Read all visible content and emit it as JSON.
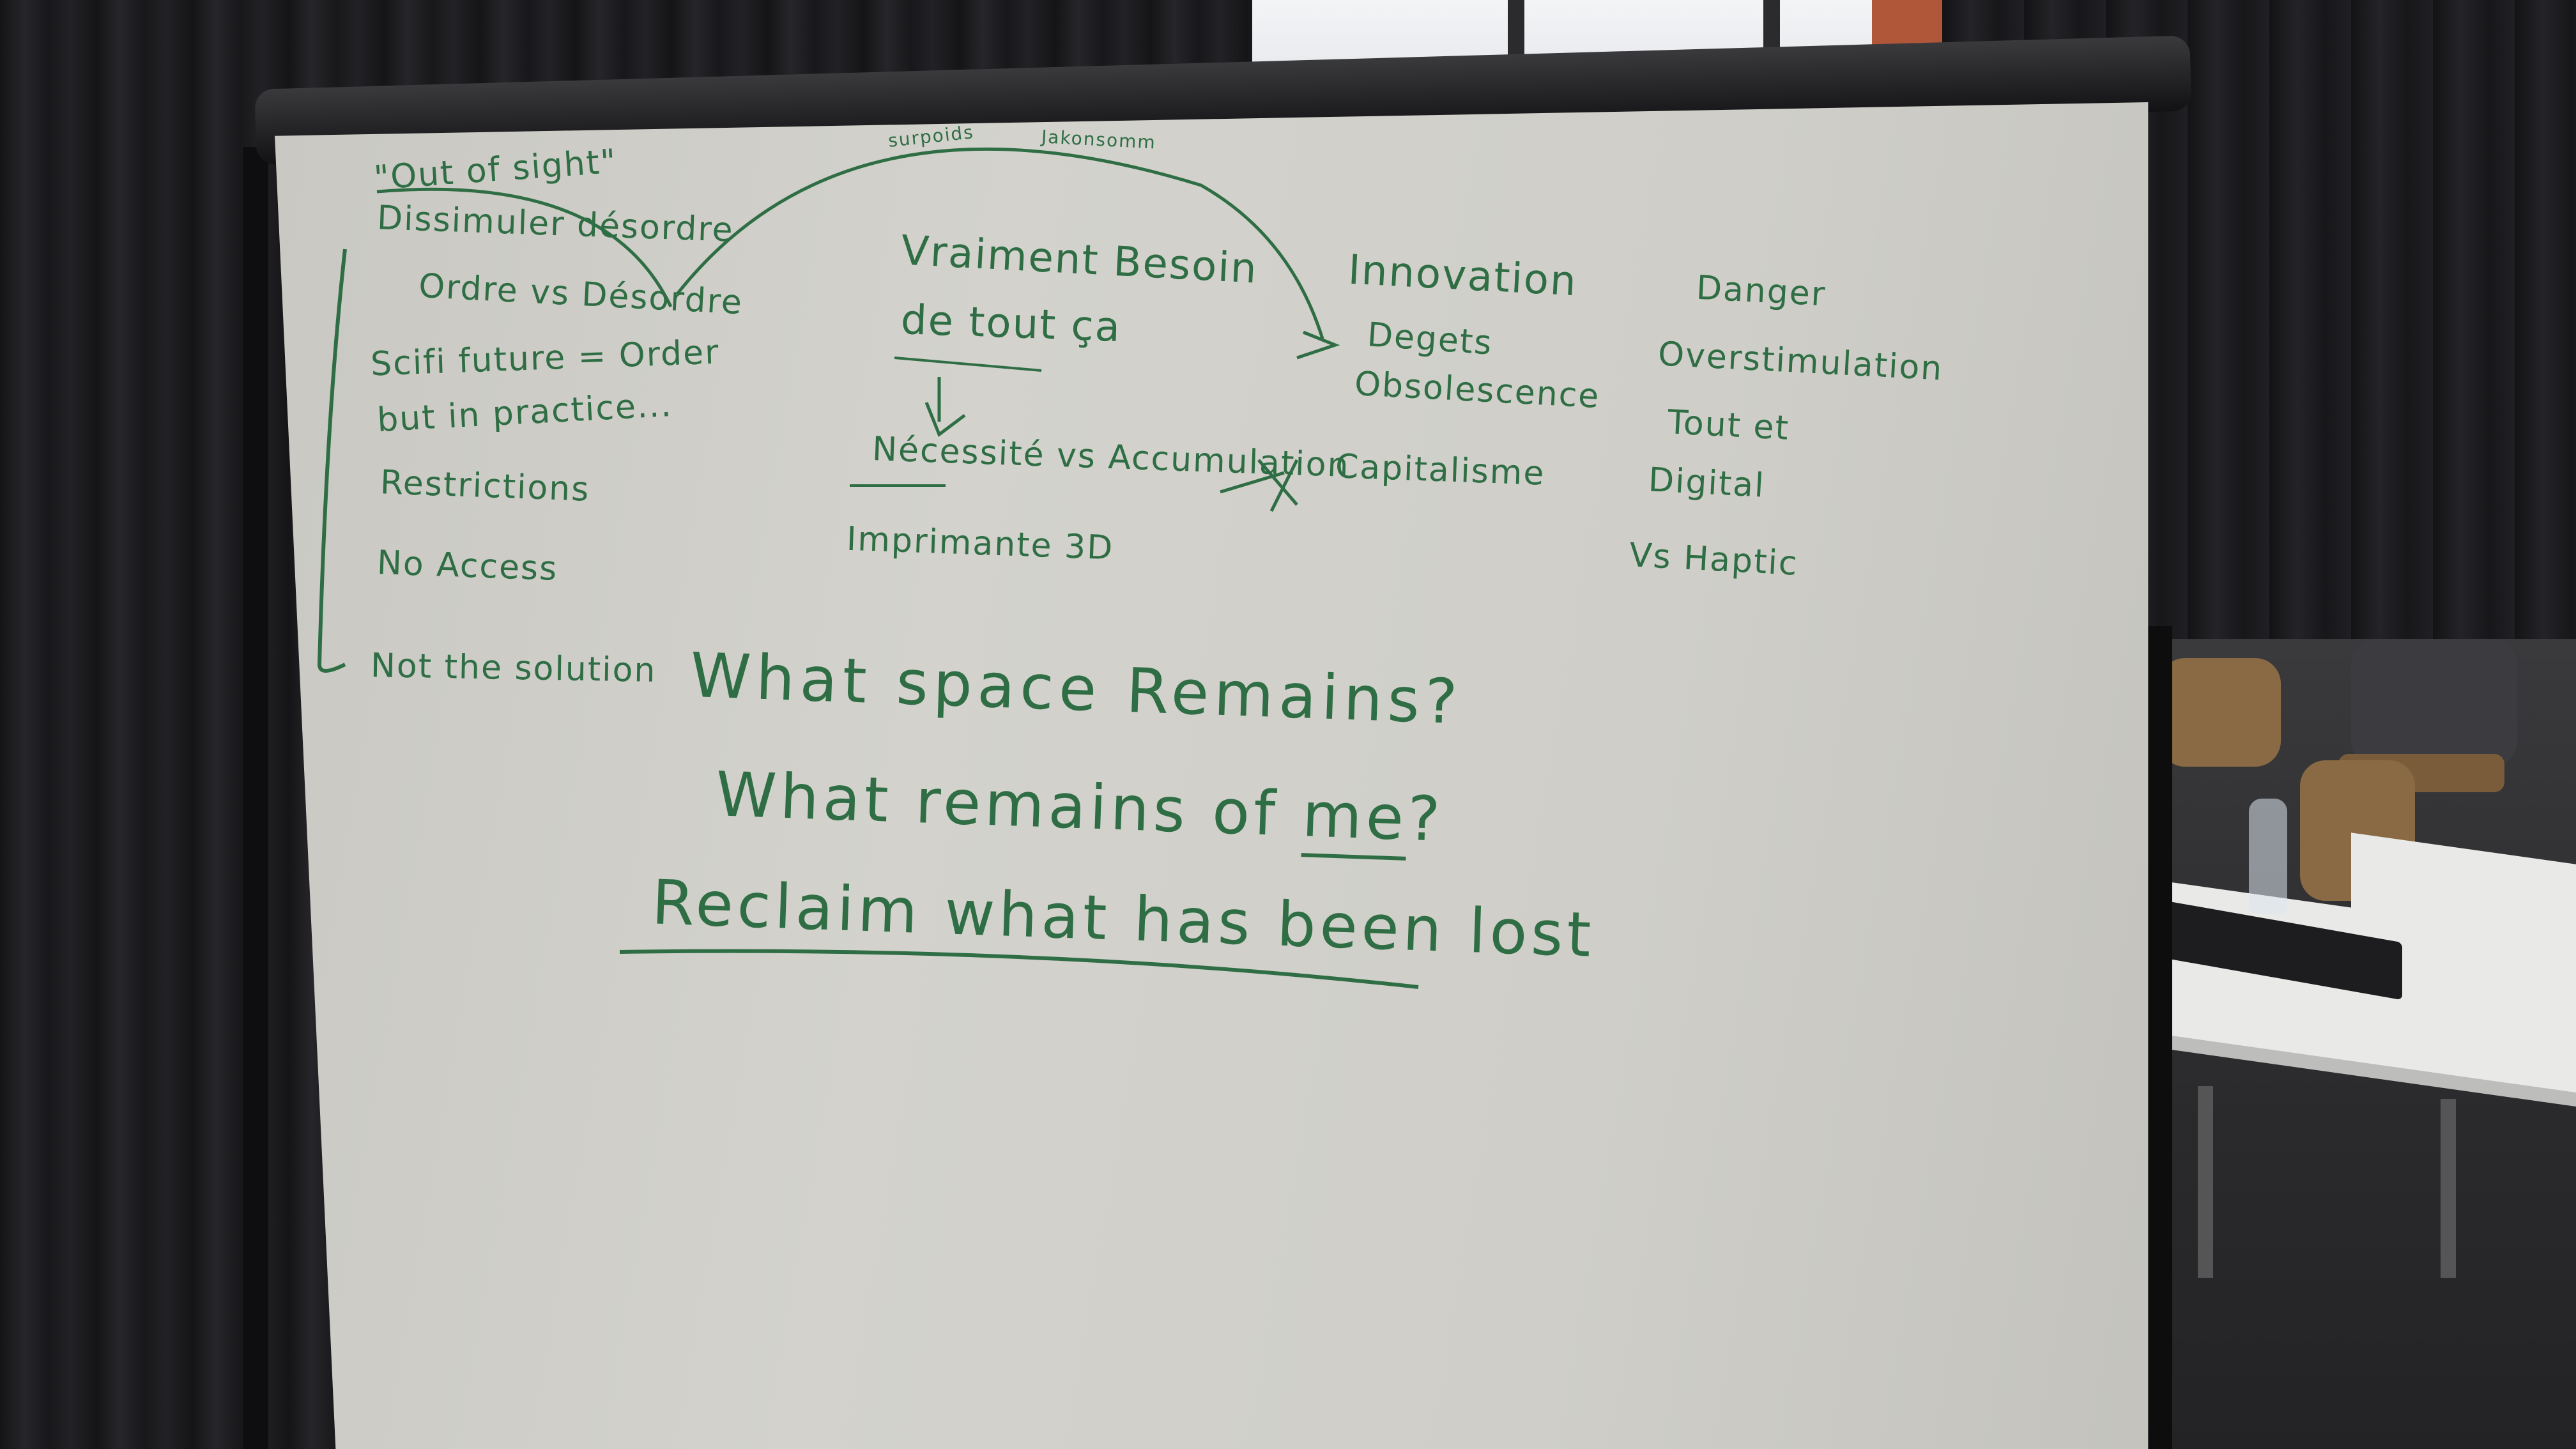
{
  "colors": {
    "ink_green": "#2f6e44",
    "paper": "#cfcec8",
    "curtain": "#1e1e21"
  },
  "flipchart": {
    "left_column": {
      "title": "\"Out of sight\"",
      "items": [
        "Dissimuler désordre",
        "Ordre vs Désordre",
        "Scifi future = Order",
        "but in practice...",
        "Restrictions",
        "No Access",
        "Not the solution"
      ]
    },
    "arc_labels": [
      "surpoids",
      "Jakonsomm"
    ],
    "center_column": {
      "heading_line1": "Vraiment Besoin",
      "heading_line2": "de tout ça",
      "line1": "Nécessité vs Accumulation",
      "line2": "Imprimante 3D"
    },
    "innovation_column": {
      "items": [
        "Innovation",
        "Degets",
        "Obsolescence",
        "Capitalisme"
      ]
    },
    "danger_column": {
      "items": [
        "Danger",
        "Overstimulation",
        "Tout et",
        "Digital",
        "Vs Haptic"
      ]
    },
    "questions": {
      "q1": "What space Remains?",
      "q2_prefix": "What remains of",
      "q2_emph": "me",
      "q2_suffix": "?",
      "q3": "Reclaim what has been lost"
    }
  }
}
